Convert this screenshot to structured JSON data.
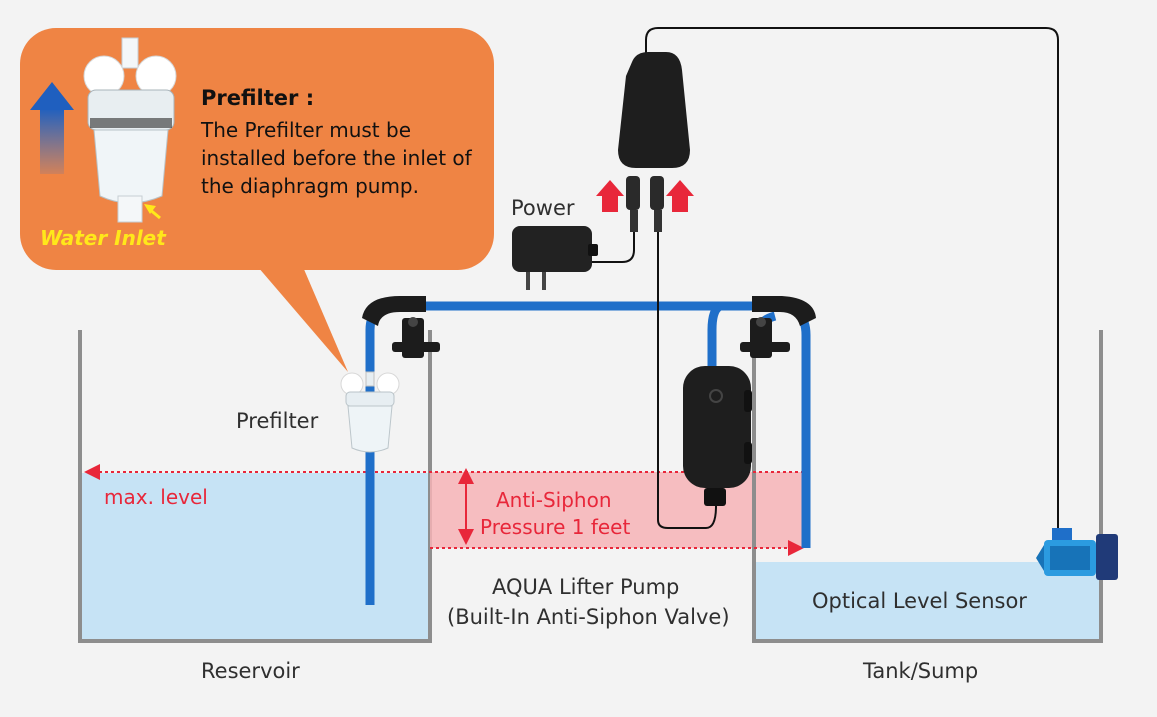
{
  "callout": {
    "title": "Prefilter :",
    "body": "The Prefilter must be installed before the inlet of the diaphragm pump.",
    "water_inlet": "Water Inlet"
  },
  "labels": {
    "power": "Power",
    "prefilter": "Prefilter",
    "max_level": "max. level",
    "anti_siphon_line1": "Anti-Siphon",
    "anti_siphon_line2": "Pressure 1 feet",
    "pump_line1": "AQUA Lifter Pump",
    "pump_line2": "(Built-In Anti-Siphon Valve)",
    "sensor": "Optical Level Sensor",
    "reservoir": "Reservoir",
    "tank": "Tank/Sump"
  },
  "colors": {
    "callout_bg": "#ef8444",
    "water": "#c6e3f5",
    "tube": "#1f6fc9",
    "siphon_zone": "#f6b3b6",
    "arrow_red": "#e8273a",
    "inlet_text": "#ffe81a"
  },
  "icons": [
    "prefilter-icon",
    "power-adapter-icon",
    "controller-icon",
    "pump-icon",
    "sensor-icon",
    "up-arrow-icon",
    "clamp-icon"
  ]
}
